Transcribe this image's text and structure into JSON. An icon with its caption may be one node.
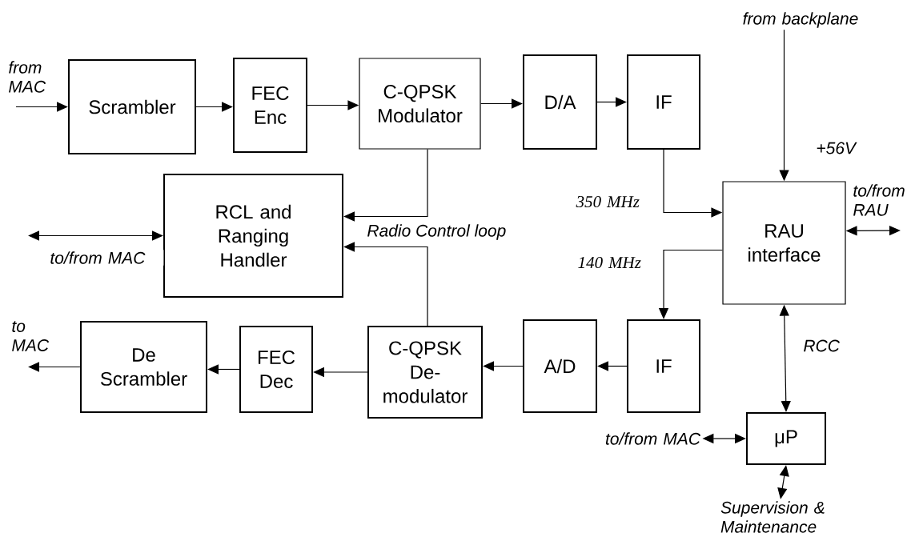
{
  "diagram": {
    "nodes": [
      {
        "text": [
          "Scrambler"
        ]
      },
      {
        "text": [
          "FEC Enc"
        ]
      },
      {
        "text": [
          "C-QPSK Modulator"
        ]
      },
      {
        "text": [
          "D/A"
        ]
      },
      {
        "text": [
          "IF"
        ]
      },
      {
        "text": [
          "RCL and Ranging Handler"
        ]
      },
      {
        "text": [
          "RAU interface"
        ]
      },
      {
        "text": [
          "De Scrambler"
        ]
      },
      {
        "text": [
          "FEC Dec"
        ]
      },
      {
        "text": [
          "C-QPSK De-modulator"
        ]
      },
      {
        "text": [
          "A/D"
        ]
      },
      {
        "text": [
          "IF"
        ]
      },
      {
        "text": [
          "μP"
        ]
      },
      {
        "text": [
          "from backplane"
        ]
      },
      {
        "text": [
          "to/from MAC"
        ]
      },
      {
        "text": [
          "Supervision & Maintenance"
        ]
      }
    ],
    "edges": [
      {
        "from": null,
        "to": 0,
        "arrow": "to",
        "label": "from MAC"
      },
      {
        "from": 0,
        "to": 1,
        "arrow": "to"
      },
      {
        "from": 1,
        "to": 2,
        "arrow": "to"
      },
      {
        "from": 2,
        "to": 3,
        "arrow": "to"
      },
      {
        "from": 3,
        "to": 4,
        "arrow": "to"
      },
      {
        "from": 2,
        "to": 5,
        "arrow": "to"
      },
      {
        "from": 9,
        "to": 5,
        "arrow": "to"
      },
      {
        "from": null,
        "to": 5,
        "arrow": "both",
        "label": "to/from MAC"
      },
      {
        "from": 4,
        "to": 6,
        "arrow": "to",
        "label": "350 MHz"
      },
      {
        "from": 6,
        "to": 11,
        "arrow": "to",
        "label": "140 MHz"
      },
      {
        "from": 13,
        "to": 6,
        "arrow": "to",
        "label": "+56V"
      },
      {
        "from": 6,
        "to": null,
        "arrow": "both",
        "label": "to/from RAU"
      },
      {
        "from": 6,
        "to": 12,
        "arrow": "both",
        "label": "RCC"
      },
      {
        "from": 11,
        "to": 10,
        "arrow": "to"
      },
      {
        "from": 10,
        "to": 9,
        "arrow": "to"
      },
      {
        "from": 9,
        "to": 8,
        "arrow": "to"
      },
      {
        "from": 8,
        "to": 7,
        "arrow": "to"
      },
      {
        "from": 7,
        "to": null,
        "arrow": "to",
        "label": "to MAC"
      },
      {
        "from": 14,
        "to": 12,
        "arrow": "both"
      },
      {
        "from": 12,
        "to": 15,
        "arrow": "both"
      }
    ],
    "labels": [
      "Radio Control loop"
    ]
  }
}
